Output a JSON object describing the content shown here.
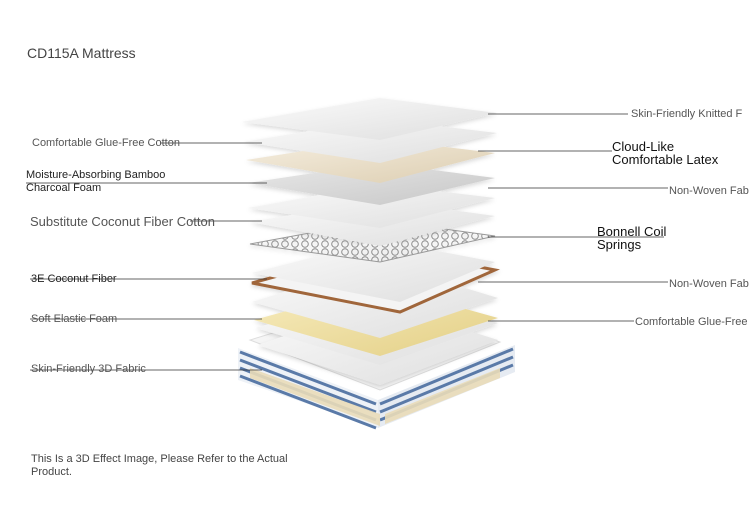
{
  "title": "CD115A Mattress",
  "labels_left": [
    "Comfortable Glue-Free Cotton",
    "Moisture-Absorbing Bamboo",
    "Charcoal Foam",
    "Substitute Coconut Fiber Cotton",
    "3E Coconut Fiber",
    "Soft Elastic Foam",
    "Skin-Friendly 3D Fabric"
  ],
  "labels_right": [
    "Skin-Friendly Knitted F",
    "Cloud-Like",
    "Comfortable Latex",
    "Non-Woven Fab",
    "Bonnell Coil",
    "Springs",
    "Non-Woven Fab",
    "Comfortable Glue-Free"
  ],
  "note": "This Is a 3D Effect Image, Please Refer to the Actual Product.",
  "colors": {
    "layer_white": "#f2f2f2",
    "latex": "#ece2cf",
    "coconut_edge": "#a0663a",
    "foam": "#f1e2a6",
    "fabric_stripe": "#5a7aa8"
  }
}
